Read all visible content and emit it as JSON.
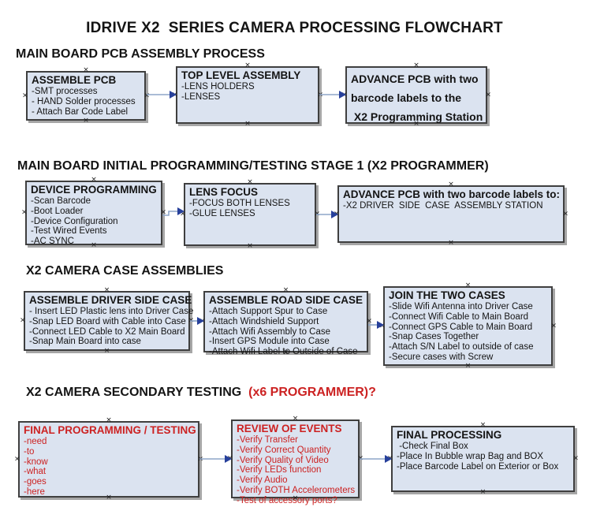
{
  "page_title": "IDRIVE X2  SERIES CAMERA PROCESSING FLOWCHART",
  "colors": {
    "box_fill": "#dbe3f0",
    "box_border": "#3f3f3f",
    "box_shadow": "#a6a6a6",
    "text": "#141414",
    "red": "#cc2222",
    "arrow_line": "#8ea6c8",
    "arrow_head": "#27409b",
    "anchor": "#1a1a1a"
  },
  "icons": {
    "connection_anchor": "×"
  },
  "sections": [
    {
      "heading": "MAIN BOARD PCB ASSEMBLY PROCESS",
      "heading_red": "",
      "boxes": [
        {
          "title": "ASSEMBLE PCB",
          "items": [
            "-SMT processes",
            "- HAND Solder processes",
            "- Attach Bar Code Label"
          ]
        },
        {
          "title": "TOP LEVEL ASSEMBLY",
          "items": [
            "-LENS HOLDERS",
            "-LENSES"
          ]
        },
        {
          "title": "ADVANCE PCB with two\nbarcode labels to the\n X2 Programming Station",
          "items": []
        }
      ]
    },
    {
      "heading": "MAIN BOARD INITIAL PROGRAMMING/TESTING STAGE 1 (X2 PROGRAMMER)",
      "heading_red": "",
      "boxes": [
        {
          "title": "DEVICE PROGRAMMING",
          "items": [
            "-Scan Barcode",
            "-Boot Loader",
            "-Device Configuration",
            "-Test Wired Events",
            "-AC SYNC"
          ]
        },
        {
          "title": "LENS FOCUS",
          "items": [
            "-FOCUS BOTH LENSES",
            "-GLUE LENSES"
          ]
        },
        {
          "title": "ADVANCE PCB with two barcode labels to:",
          "items": [
            "-X2 DRIVER  SIDE  CASE  ASSEMBLY STATION"
          ]
        }
      ]
    },
    {
      "heading": "X2 CAMERA CASE ASSEMBLIES",
      "heading_red": "",
      "boxes": [
        {
          "title": "ASSEMBLE DRIVER SIDE CASE",
          "items": [
            "- Insert LED Plastic lens into Driver Case",
            "-Snap LED Board with Cable into Case",
            "-Connect LED Cable to X2 Main Board",
            "-Snap Main Board into case"
          ]
        },
        {
          "title": "ASSEMBLE ROAD SIDE CASE",
          "items": [
            "-Attach Support Spur to Case",
            "-Attach Windshield Support",
            "-Attach Wifi Assembly to Case",
            "-Insert GPS Module into Case",
            "-Attach Wifi Label to Outside of Case"
          ]
        },
        {
          "title": "JOIN THE TWO CASES",
          "items": [
            "-Slide Wifi Antenna into Driver Case",
            "-Connect Wifi Cable to Main Board",
            "-Connect GPS Cable to Main Board",
            "-Snap Cases Together",
            "-Attach S/N Label to outside of case",
            "-Secure cases with Screw"
          ]
        }
      ]
    },
    {
      "heading": "X2 CAMERA SECONDARY TESTING  ",
      "heading_red": "(x6 PROGRAMMER)?",
      "boxes": [
        {
          "title": "FINAL PROGRAMMING / TESTING",
          "items": [
            "-need",
            "-to",
            "-know",
            "-what",
            "-goes",
            "-here"
          ]
        },
        {
          "title": "REVIEW OF EVENTS",
          "items": [
            "-Verify Transfer",
            "-Verify Correct Quantity",
            "-Verify Quality of Video",
            "-Verify LEDs function",
            "-Verify Audio",
            "-Verify BOTH Accelerometers",
            "-Test of accessory ports?"
          ]
        },
        {
          "title": "FINAL PROCESSING",
          "items": [
            " -Check Final Box",
            "-Place In Bubble wrap Bag and BOX",
            "-Place Barcode Label on Exterior or Box"
          ]
        }
      ]
    }
  ]
}
